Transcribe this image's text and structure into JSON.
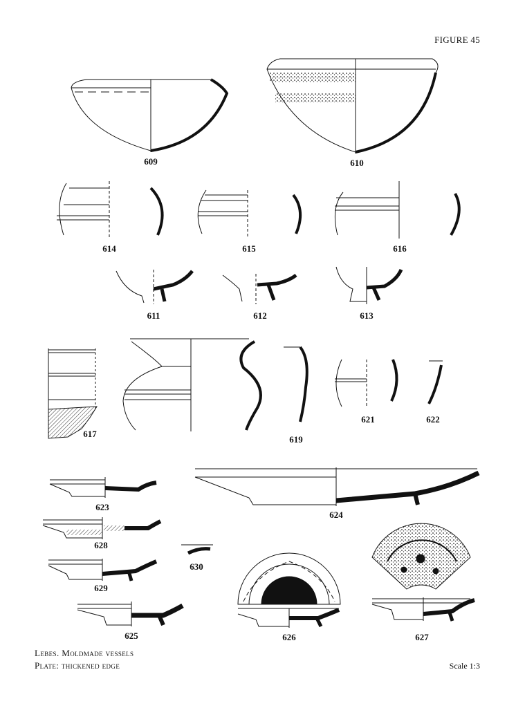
{
  "figure_title": "FIGURE 45",
  "caption": {
    "line1": "Lebes. Moldmade vessels",
    "line2": "Plate: thickened edge"
  },
  "scale": "Scale 1:3",
  "catalog_numbers": {
    "n609": "609",
    "n610": "610",
    "n614": "614",
    "n615": "615",
    "n616": "616",
    "n611": "611",
    "n612": "612",
    "n613": "613",
    "n617": "617",
    "n619": "619",
    "n621": "621",
    "n622": "622",
    "n623": "623",
    "n624": "624",
    "n628": "628",
    "n630": "630",
    "n629": "629",
    "n625": "625",
    "n626": "626",
    "n627": "627"
  },
  "colors": {
    "ink": "#111111",
    "paper": "#ffffff"
  }
}
